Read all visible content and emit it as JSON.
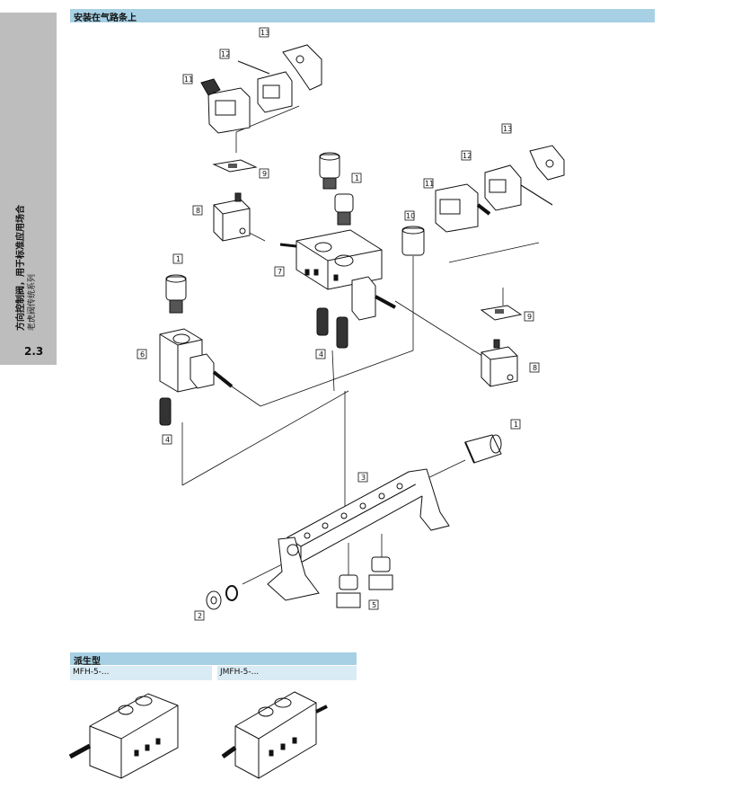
{
  "sidebar": {
    "title": "方向控制阀，用于标准应用场合",
    "subtitle": "老虎阀传统系列",
    "section_number": "2.3"
  },
  "header": {
    "title": "安装在气路条上"
  },
  "callouts": {
    "c1": "1",
    "c2": "2",
    "c3": "3",
    "c4": "4",
    "c5": "5",
    "c6": "6",
    "c7": "7",
    "c8": "8",
    "c9": "9",
    "c10": "10",
    "c11": "11",
    "c12": "12",
    "c13": "13"
  },
  "derived": {
    "title": "派生型",
    "variant_left": "MFH-5-...",
    "variant_right": "JMFH-5-..."
  }
}
